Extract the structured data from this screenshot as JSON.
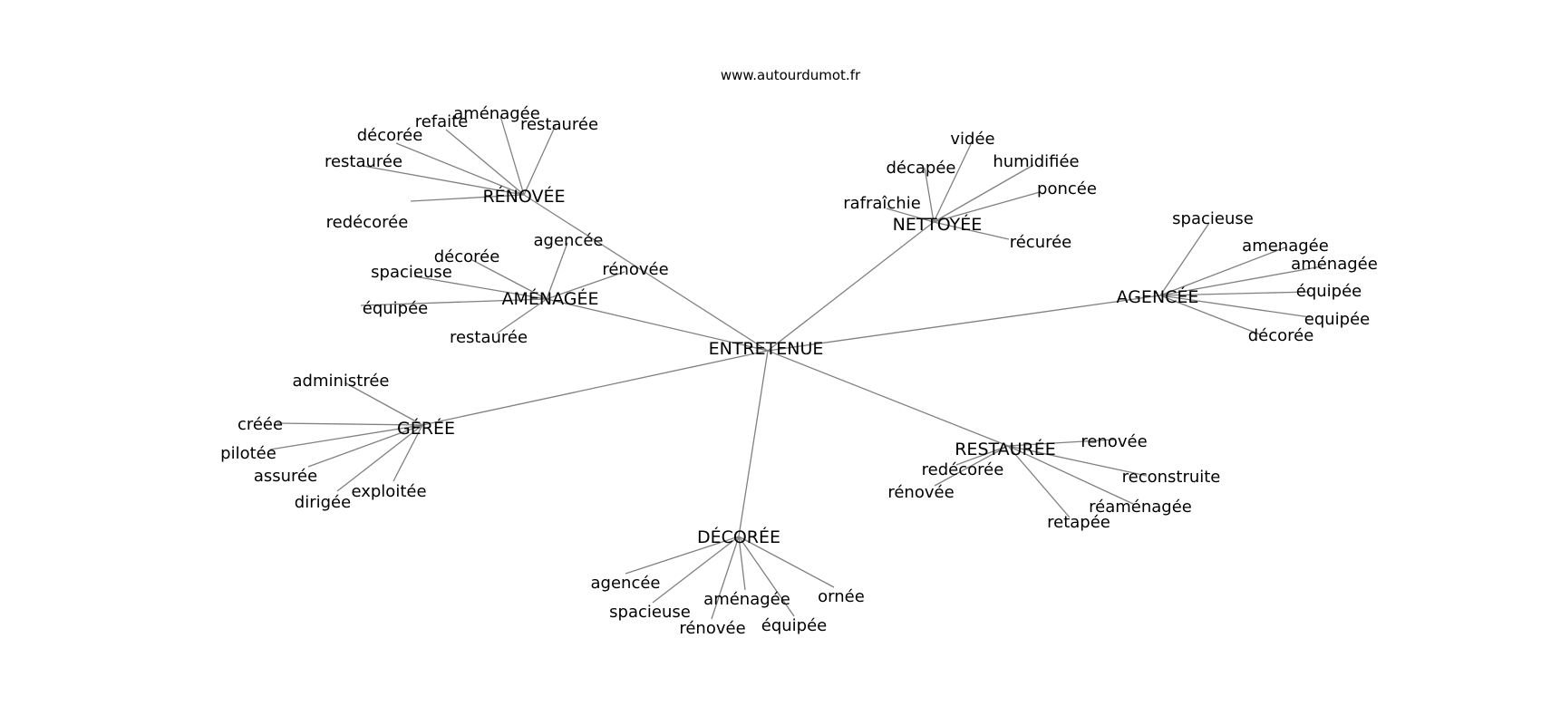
{
  "website": "www.autourdumot.fr",
  "center": "ENTRETENUE",
  "hubs": [
    {
      "id": "renovee",
      "label": "RÉNOVÉE",
      "children": [
        "restaurée",
        "aménagée",
        "refaite",
        "décorée",
        "restaurée",
        "redécorée"
      ]
    },
    {
      "id": "nettoyee",
      "label": "NETTOYÉE",
      "children": [
        "vidée",
        "décapée",
        "humidifiée",
        "poncée",
        "rafraîchie",
        "récurée"
      ]
    },
    {
      "id": "amenagee",
      "label": "AMÉNAGÉE",
      "children": [
        "agencée",
        "rénovée",
        "décorée",
        "spacieuse",
        "équipée",
        "restaurée"
      ]
    },
    {
      "id": "agencee",
      "label": "AGENCÉE",
      "children": [
        "spacieuse",
        "amenagée",
        "aménagée",
        "équipée",
        "equipée",
        "décorée"
      ]
    },
    {
      "id": "geree",
      "label": "GÉRÉE",
      "children": [
        "administrée",
        "créée",
        "pilotée",
        "assurée",
        "dirigée",
        "exploitée"
      ]
    },
    {
      "id": "restauree",
      "label": "RESTAURÉE",
      "children": [
        "renovée",
        "redécorée",
        "rénovée",
        "reconstruite",
        "réaménagée",
        "retapée"
      ]
    },
    {
      "id": "decoree",
      "label": "DÉCORÉE",
      "children": [
        "agencée",
        "spacieuse",
        "rénovée",
        "aménagée",
        "équipée",
        "ornée"
      ]
    }
  ]
}
